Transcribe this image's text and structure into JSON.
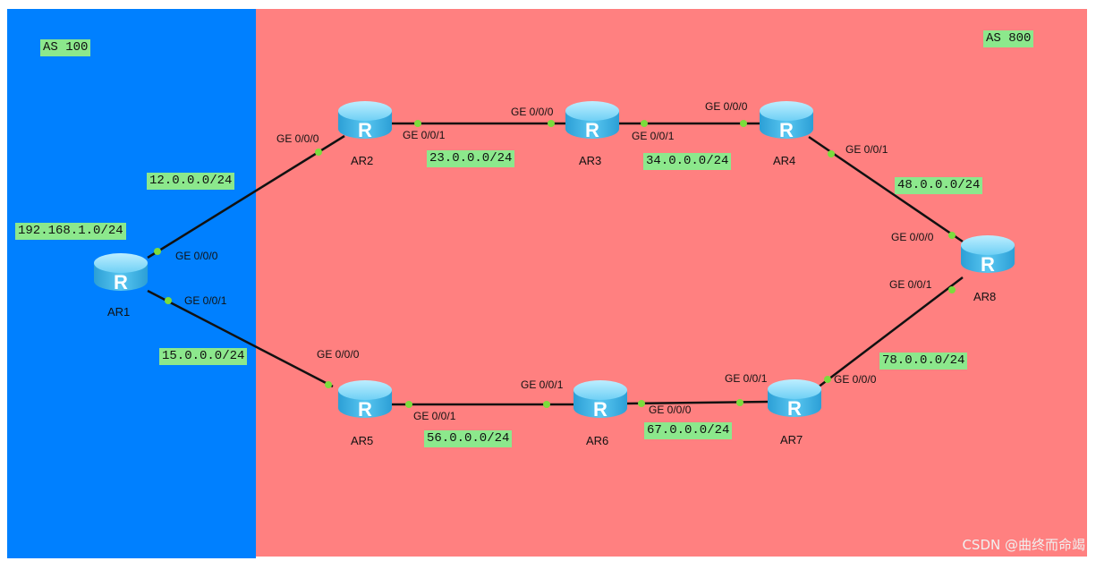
{
  "as_regions": {
    "as100_label": "AS 100",
    "as800_label": "AS 800",
    "as100_color": "#0080ff",
    "as800_color": "#ff8080"
  },
  "routers": {
    "ar1": "AR1",
    "ar2": "AR2",
    "ar3": "AR3",
    "ar4": "AR4",
    "ar5": "AR5",
    "ar6": "AR6",
    "ar7": "AR7",
    "ar8": "AR8"
  },
  "networks": {
    "n192": "192.168.1.0/24",
    "n12": "12.0.0.0/24",
    "n15": "15.0.0.0/24",
    "n23": "23.0.0.0/24",
    "n34": "34.0.0.0/24",
    "n48": "48.0.0.0/24",
    "n56": "56.0.0.0/24",
    "n67": "67.0.0.0/24",
    "n78": "78.0.0.0/24"
  },
  "ports": {
    "ar1_g0": "GE 0/0/0",
    "ar1_g1": "GE 0/0/1",
    "ar2_g0": "GE 0/0/0",
    "ar2_g1": "GE 0/0/1",
    "ar3_g0": "GE 0/0/0",
    "ar3_g1": "GE 0/0/1",
    "ar4_g0": "GE 0/0/0",
    "ar4_g1": "GE 0/0/1",
    "ar5_g0": "GE 0/0/0",
    "ar5_g1": "GE 0/0/1",
    "ar6_g1": "GE 0/0/1",
    "ar6_g0": "GE 0/0/0",
    "ar7_g1": "GE 0/0/1",
    "ar7_g0": "GE 0/0/0",
    "ar8_g0": "GE 0/0/0",
    "ar8_g1": "GE 0/0/1"
  },
  "watermark": "CSDN @曲终而命竭",
  "colors": {
    "link": "#111111",
    "port_dot": "#7cdc3c",
    "label_bg": "#8ce88c",
    "router_body": "#3cb4e6"
  }
}
